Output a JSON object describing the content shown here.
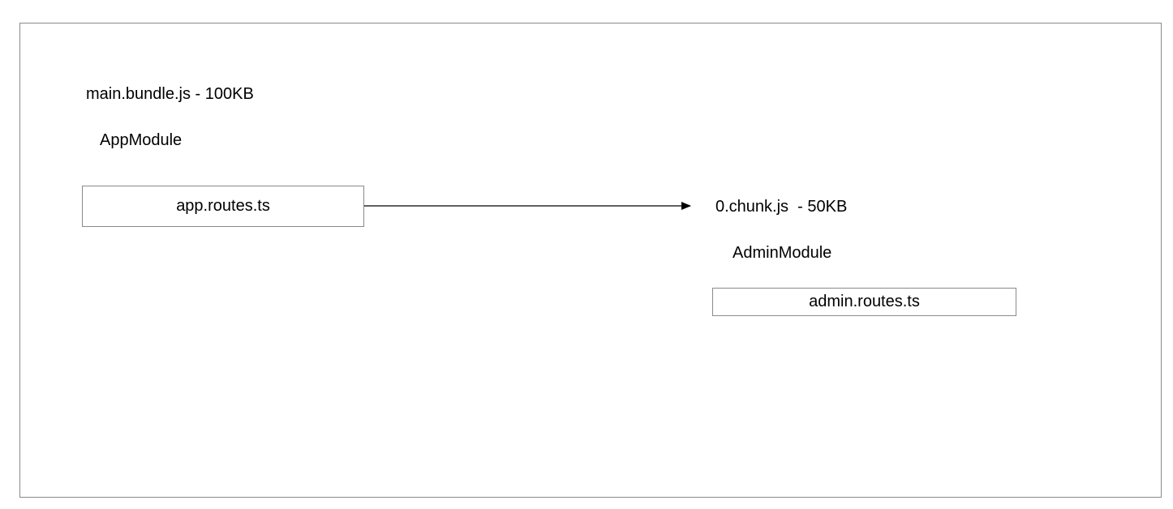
{
  "left_module": {
    "bundle_label": "main.bundle.js - 100KB",
    "module_label": "AppModule",
    "routes_file": "app.routes.ts"
  },
  "right_module": {
    "bundle_label": "0.chunk.js  - 50KB",
    "module_label": "AdminModule",
    "routes_file": "admin.routes.ts"
  }
}
